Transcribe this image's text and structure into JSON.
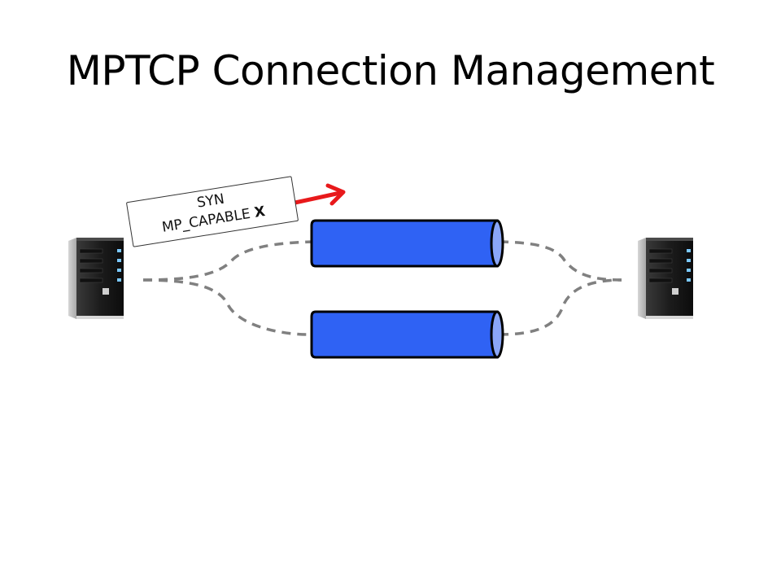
{
  "slide": {
    "title": "MPTCP Connection Management"
  },
  "packet": {
    "line1": "SYN",
    "line2_prefix": "MP_CAPABLE ",
    "line2_flag": "X"
  },
  "icons": {
    "left_host": "server-tower-icon",
    "right_host": "server-tower-icon",
    "send_arrow": "arrow-right-icon"
  },
  "colors": {
    "tube_fill": "#2f62f4",
    "tube_cap": "#8aa6f8",
    "dashed_path": "#808080",
    "arrow": "#e8191b"
  }
}
